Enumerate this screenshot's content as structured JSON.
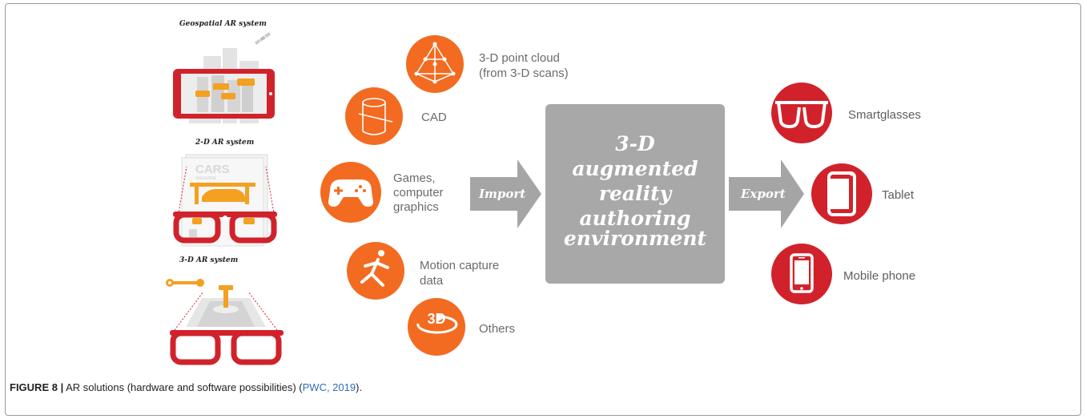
{
  "left_panel": {
    "geospatial_title": "Geospatial AR system",
    "ar2d_title": "2-D AR system",
    "ar3d_title": "3-D AR system",
    "magazine_title": "CARS",
    "magazine_subtitle": "MAGAZINE"
  },
  "sources": [
    {
      "id": "point-cloud",
      "lines": [
        "3-D point cloud",
        "(from 3-D scans)"
      ],
      "icon": "point-cloud-icon"
    },
    {
      "id": "cad",
      "lines": [
        "CAD"
      ],
      "icon": "cylinder-icon"
    },
    {
      "id": "games",
      "lines": [
        "Games,",
        "computer",
        "graphics"
      ],
      "icon": "gamepad-icon"
    },
    {
      "id": "motion",
      "lines": [
        "Motion capture",
        "data"
      ],
      "icon": "motion-figure-icon"
    },
    {
      "id": "others",
      "lines": [
        "Others"
      ],
      "icon": "3d-rotate-icon",
      "icon_text": "3D"
    }
  ],
  "import_label": "Import",
  "center_box_lines": [
    "3-D",
    "augmented",
    "reality",
    "authoring",
    "environment"
  ],
  "export_label": "Export",
  "outputs": [
    {
      "id": "smartglasses",
      "label": "Smartglasses",
      "icon": "glasses-icon"
    },
    {
      "id": "tablet",
      "label": "Tablet",
      "icon": "tablet-icon"
    },
    {
      "id": "mobile",
      "label": "Mobile phone",
      "icon": "phone-icon"
    }
  ],
  "colors": {
    "orange": "#f26b21",
    "red": "#d1222b",
    "gray_box": "#a8a8a8",
    "arrow_gray": "#a5a5a5"
  },
  "caption": {
    "label": "FIGURE 8 |",
    "text": " AR solutions (hardware and software possibilities) (",
    "ref": "PWC, 2019",
    "end": ")."
  }
}
